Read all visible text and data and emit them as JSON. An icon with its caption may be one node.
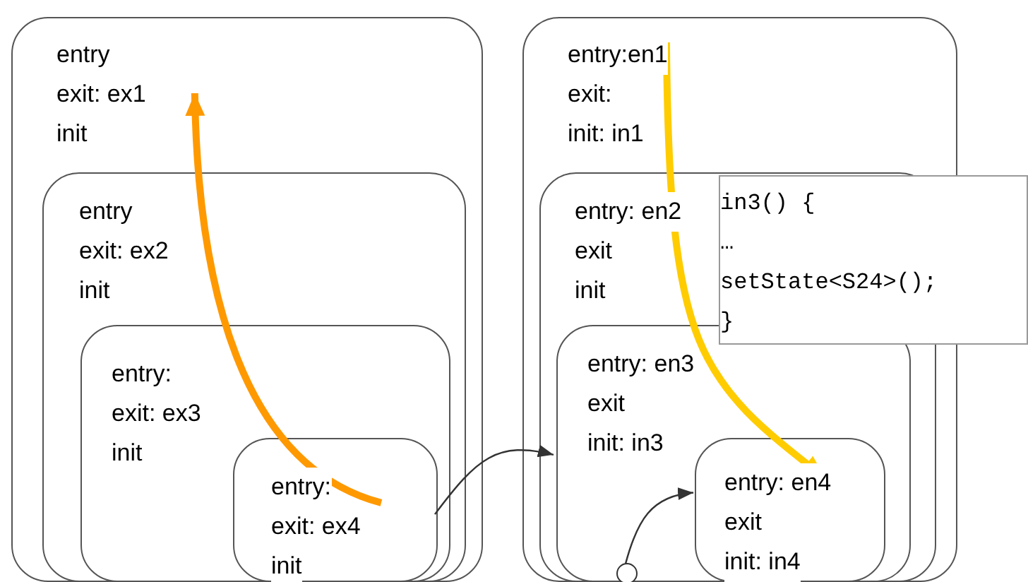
{
  "diagram": {
    "nodes": [
      {
        "text": [
          "entry",
          "exit: ex1",
          "init"
        ]
      },
      {
        "text": [
          "entry",
          "exit: ex2",
          "init"
        ],
        "in": 0
      },
      {
        "text": [
          "entry:",
          "exit: ex3",
          "init"
        ],
        "in": 1
      },
      {
        "text": [
          "entry:",
          "exit: ex4",
          "init"
        ],
        "in": 2
      },
      {
        "text": [
          "entry:en1",
          "exit:",
          "init: in1"
        ]
      },
      {
        "text": [
          "entry: en2",
          "exit",
          "init"
        ],
        "in": 4
      },
      {
        "text": [
          "entry: en3",
          "exit",
          "init: in3"
        ],
        "in": 5
      },
      {
        "text": [
          "entry: en4",
          "exit",
          "init: in4"
        ],
        "in": 6
      },
      {
        "text": [],
        "shape": "circle",
        "in": 6
      },
      {
        "text": [
          "in3() {",
          "…",
          "setState<S24>();",
          "}"
        ]
      }
    ],
    "edges": [
      {
        "from": 3,
        "to": 0,
        "arrow": "to",
        "style": "thick",
        "color": "#ff9900"
      },
      {
        "from": 4,
        "to": 7,
        "arrow": "to",
        "style": "thick",
        "color": "#ffcc00"
      },
      {
        "from": 3,
        "to": 6,
        "arrow": "to"
      },
      {
        "from": 8,
        "to": 7,
        "arrow": "to"
      }
    ]
  }
}
